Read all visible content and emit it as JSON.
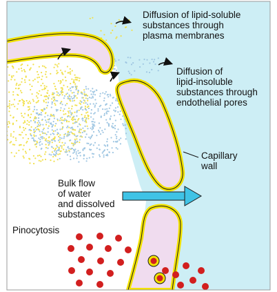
{
  "labels": {
    "lipid_soluble": [
      "Diffusion of lipid-soluble",
      "substances through",
      "plasma membranes"
    ],
    "lipid_insoluble": [
      "Diffusion of",
      "lipid-insoluble",
      "substances through",
      "endothelial pores"
    ],
    "capillary_wall": [
      "Capillary",
      "wall"
    ],
    "bulk_flow": [
      "Bulk flow",
      "of water",
      "and dissolved",
      "substances"
    ],
    "pinocytosis": "Pinocytosis"
  },
  "colors": {
    "interstitial": "#cdeef5",
    "lumen": "#ffffff",
    "membrane": "#f2e200",
    "membrane_outline": "#1a1a1a",
    "cell_interior": "#f0dcef",
    "lipid_soluble_dots": "#f1e04a",
    "lipid_insoluble_dots": "#9fc6e2",
    "bulk_flow_arrow": "#3fc3e6",
    "vesicle": "#d21f1f"
  }
}
